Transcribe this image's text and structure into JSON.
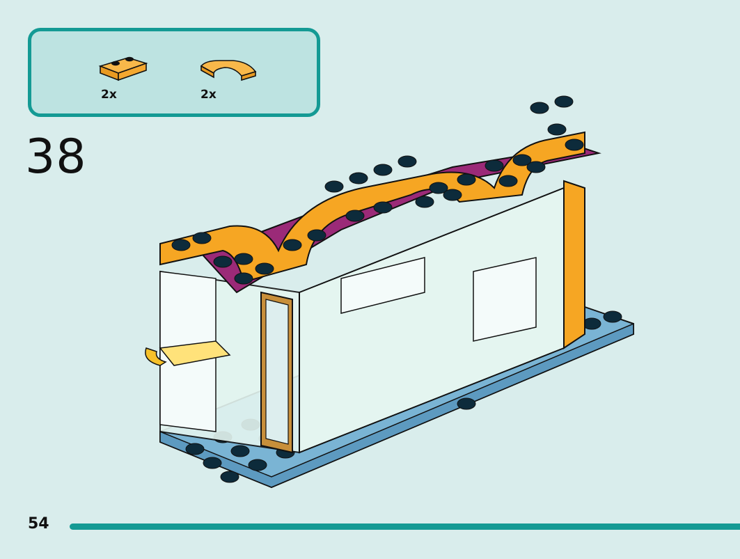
{
  "parts_list": {
    "items": [
      {
        "icon": "orange-plate-1x2-icon",
        "color": "#f6a623",
        "quantity": "2x"
      },
      {
        "icon": "orange-curved-tile-icon",
        "color": "#f6a623",
        "quantity": "2x"
      }
    ]
  },
  "step": {
    "number": "38"
  },
  "page": {
    "number": "54"
  },
  "model": {
    "icon": "lego-shop-assembly-illustration",
    "colors": {
      "orange": "#f6a623",
      "purple": "#9b2a78",
      "blue_base": "#7ab4d4",
      "mint_wall": "#e4f5f0",
      "dark_stud": "#0d2b3b"
    }
  },
  "accent_color": "#149a94"
}
